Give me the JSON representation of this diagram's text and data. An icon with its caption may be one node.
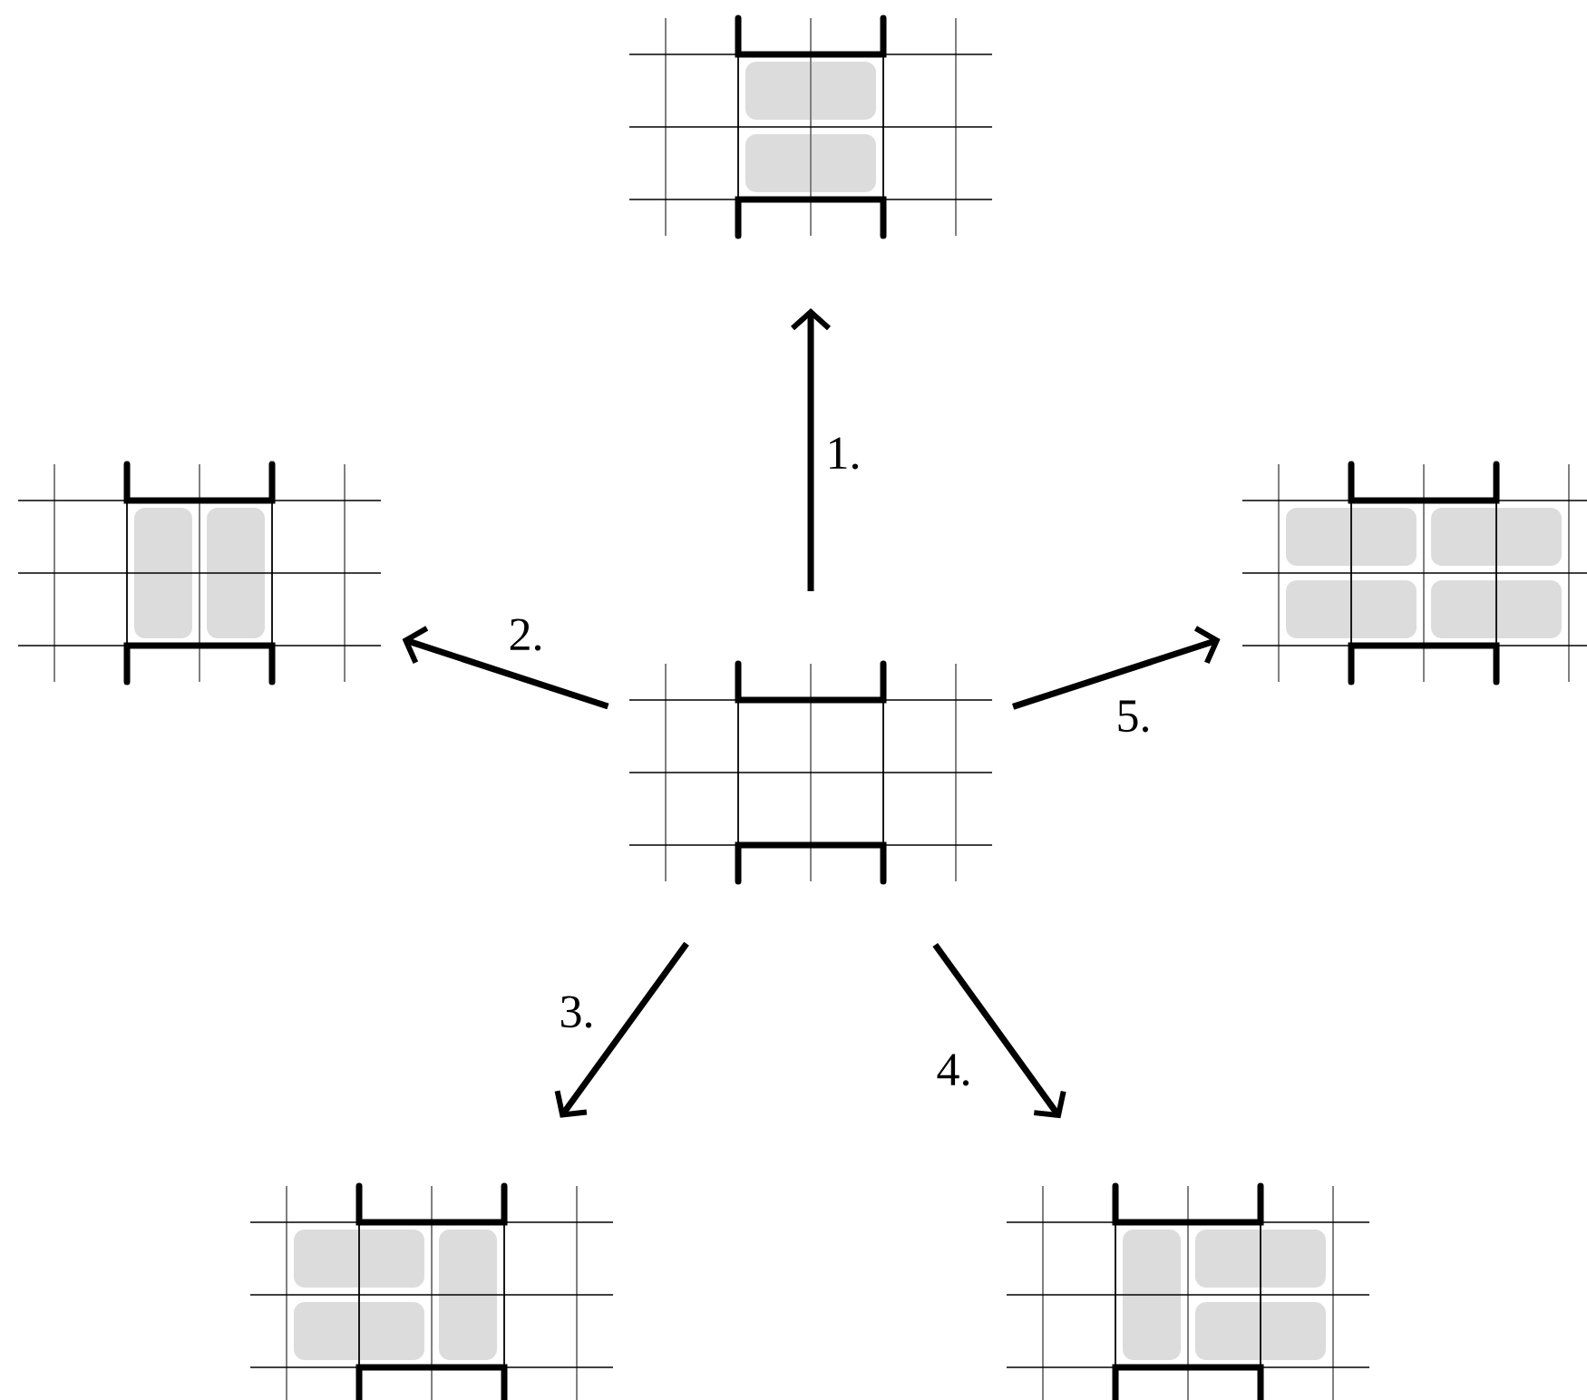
{
  "diagram": {
    "nodes": [
      {
        "text": [],
        "shape": "picture"
      },
      {
        "text": [],
        "shape": "picture"
      },
      {
        "text": [],
        "shape": "picture"
      },
      {
        "text": [],
        "shape": "picture"
      },
      {
        "text": [],
        "shape": "picture"
      },
      {
        "text": [],
        "shape": "picture"
      }
    ],
    "edges": [
      {
        "from": 2,
        "to": 0,
        "arrow": "to",
        "label": "1."
      },
      {
        "from": 2,
        "to": 1,
        "arrow": "to",
        "label": "2."
      },
      {
        "from": 2,
        "to": 4,
        "arrow": "to",
        "label": "3."
      },
      {
        "from": 2,
        "to": 5,
        "arrow": "to",
        "label": "4."
      },
      {
        "from": 2,
        "to": 3,
        "arrow": "to",
        "label": "5."
      }
    ]
  }
}
